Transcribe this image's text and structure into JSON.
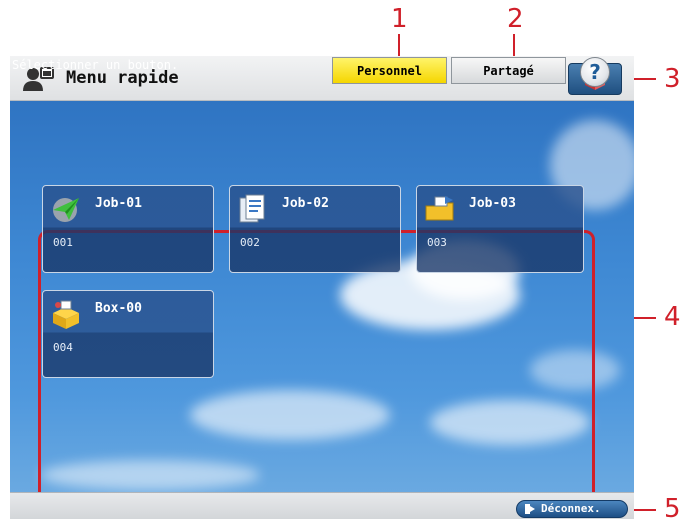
{
  "title": "Menu rapide",
  "instruction": "Sélectionner un bouton.",
  "tabs": {
    "personnel": "Personnel",
    "partage": "Partagé"
  },
  "help_label": "?",
  "buttons": [
    {
      "name": "Job-01",
      "number": "001",
      "icon": "paper-plane-icon"
    },
    {
      "name": "Job-02",
      "number": "002",
      "icon": "documents-icon"
    },
    {
      "name": "Job-03",
      "number": "003",
      "icon": "folder-send-icon"
    },
    {
      "name": "Box-00",
      "number": "004",
      "icon": "box-icon"
    }
  ],
  "logout_label": "Déconnex.",
  "callouts": [
    "1",
    "2",
    "3",
    "4",
    "5"
  ],
  "colors": {
    "callout": "#d0202a",
    "selected_tab": "#f5d600",
    "sky": "#3e88d3"
  }
}
